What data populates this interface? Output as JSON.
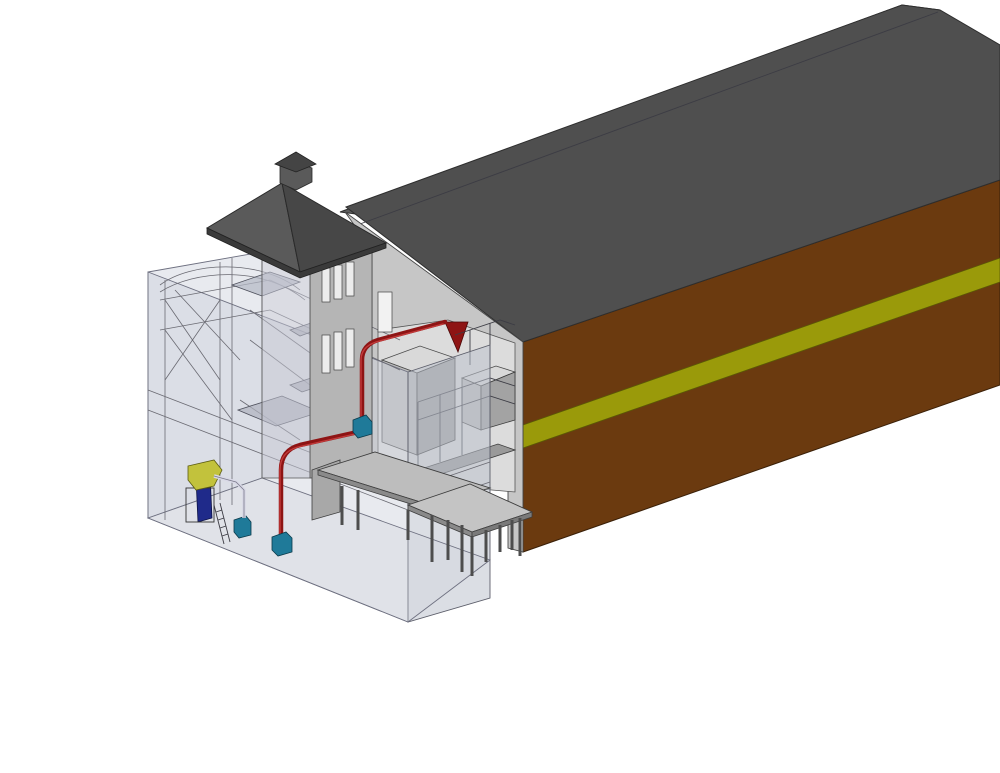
{
  "scene": {
    "subject": "cutaway-building-3d-model",
    "colors": {
      "roof": "#4f4f4f",
      "roof_ridge_light": "#5d5d5d",
      "wall_brown": "#6b3a0f",
      "band_olive": "#9a9a0a",
      "ducting_red": "#8e1414",
      "equipment_blue": "#1f7a99",
      "cyclone_yellow": "#c2c23c",
      "filter_navy": "#1f2a8a",
      "cutaway_grey": "#bdbdbd",
      "glass_grey": "#cdd0dc"
    },
    "components": [
      "main-hall-roof",
      "brown-side-wall",
      "olive-band",
      "gable-cutaway-wall",
      "tower-pyramid-roof",
      "tower-cupola",
      "transparent-annex",
      "red-duct-system",
      "blue-fans",
      "yellow-cyclone-separator",
      "blue-filter-unit",
      "grey-storage-bins",
      "mezzanine-platforms",
      "support-columns",
      "access-ladder"
    ]
  }
}
